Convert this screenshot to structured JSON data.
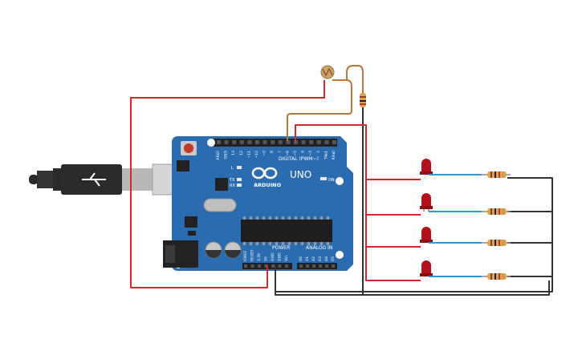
{
  "board": {
    "model": "UNO",
    "brand": "ARDUINO",
    "digital_header": "DIGITAL (PWM~)",
    "power_header": "POWER",
    "analog_header": "ANALOG IN",
    "on_label": "ON",
    "l_label": "L",
    "tx_label": "TX",
    "rx_label": "RX",
    "digital_pins": [
      "AREF",
      "GND",
      "13",
      "12",
      "~11",
      "~10",
      "~9",
      "8",
      "7",
      "~6",
      "~5",
      "4",
      "~3",
      "2",
      "TX▸1",
      "RX◂0"
    ],
    "power_pins": [
      "IOREF",
      "RESET",
      "3.3V",
      "5V",
      "GND",
      "GND",
      "Vin"
    ],
    "analog_pins": [
      "A0",
      "A1",
      "A2",
      "A3",
      "A4",
      "A5"
    ]
  },
  "components": {
    "leds": 4,
    "led_color": "#b3121b",
    "resistor_color": "#d9a35a"
  },
  "colors": {
    "board": "#2b6cb0",
    "wire_red": "#d1262c",
    "wire_black": "#333333",
    "wire_blue": "#2a9bd6",
    "wire_brown": "#b8773c"
  }
}
